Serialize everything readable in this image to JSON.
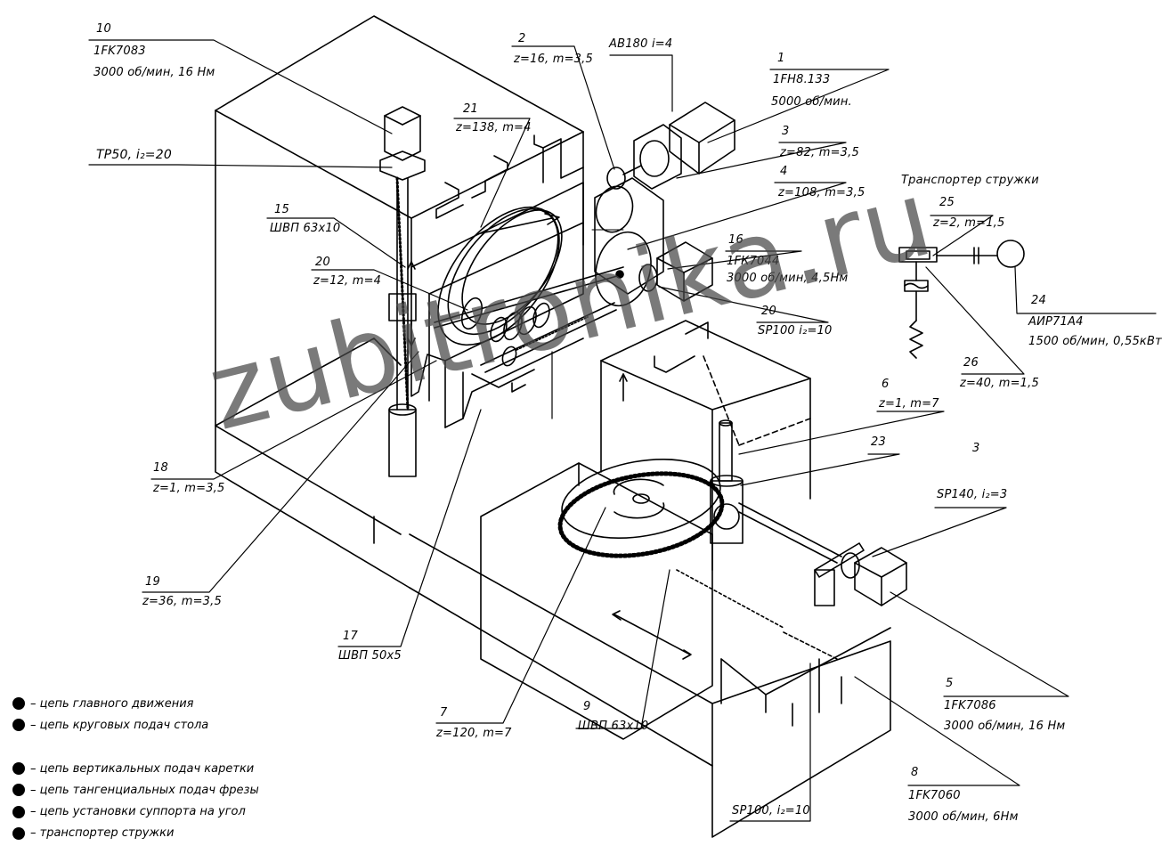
{
  "diagram": {
    "labels": {
      "part10": {
        "num": "10",
        "model": "1FK7083",
        "spec": "3000 об/мин, 16 Нм"
      },
      "tp50": {
        "text": "ТР50, i₂=20"
      },
      "part15": {
        "num": "15",
        "spec": "ШВП 63х10"
      },
      "part20a": {
        "num": "20",
        "spec": "z=12, m=4"
      },
      "part21": {
        "num": "21",
        "spec": "z=138, m=4"
      },
      "part2": {
        "num": "2",
        "spec": "z=16, m=3,5"
      },
      "ab180": {
        "text": "АВ180 i=4"
      },
      "part1": {
        "num": "1",
        "model": "1FН8.133",
        "spec": "5000 об/мин."
      },
      "part3a": {
        "num": "3",
        "spec": "z=82, m=3,5"
      },
      "part4": {
        "num": "4",
        "spec": "z=108, m=3,5"
      },
      "part16": {
        "num": "16",
        "model": "1FК7044",
        "spec": "3000 об/мин, 4,5Нм"
      },
      "part20b": {
        "num": "20",
        "spec": "SP100 i₂=10"
      },
      "conveyor": {
        "text": "Транспортер стружки"
      },
      "part25": {
        "num": "25",
        "spec": "z=2, m=1,5"
      },
      "part24": {
        "num": "24",
        "model": "АИР71А4",
        "spec": "1500 об/мин, 0,55кВт"
      },
      "part26": {
        "num": "26",
        "spec": "z=40, m=1,5"
      },
      "part6": {
        "num": "6",
        "spec": "z=1, m=7"
      },
      "part23": {
        "num": "23"
      },
      "part3b": {
        "num": "3"
      },
      "sp140": {
        "text": "SP140, i₂=3"
      },
      "part18": {
        "num": "18",
        "spec": "z=1, m=3,5"
      },
      "part19": {
        "num": "19",
        "spec": "z=36, m=3,5"
      },
      "part17": {
        "num": "17",
        "spec": "ШВП 50х5"
      },
      "part7": {
        "num": "7",
        "spec": "z=120, m=7"
      },
      "part9": {
        "num": "9",
        "spec": "ШВП 63х10"
      },
      "part5": {
        "num": "5",
        "model": "1FK7086",
        "spec": "3000 об/мин, 16 Нм"
      },
      "part8": {
        "num": "8",
        "model": "1FK7060",
        "spec": "3000 об/мин, 6Нм"
      },
      "sp100b": {
        "text": "SP100, i₂=10"
      }
    },
    "legend": [
      {
        "text": "– цепь главного движения"
      },
      {
        "text": "– цепь круговых подач стола"
      },
      {
        "text": ""
      },
      {
        "text": "– цепь вертикальных подач каретки"
      },
      {
        "text": "– цепь тангенциальных подач фрезы"
      },
      {
        "text": "– цепь установки суппорта на угол"
      },
      {
        "text": "– транспортер стружки"
      }
    ],
    "watermark": "zubitronika.ru"
  }
}
